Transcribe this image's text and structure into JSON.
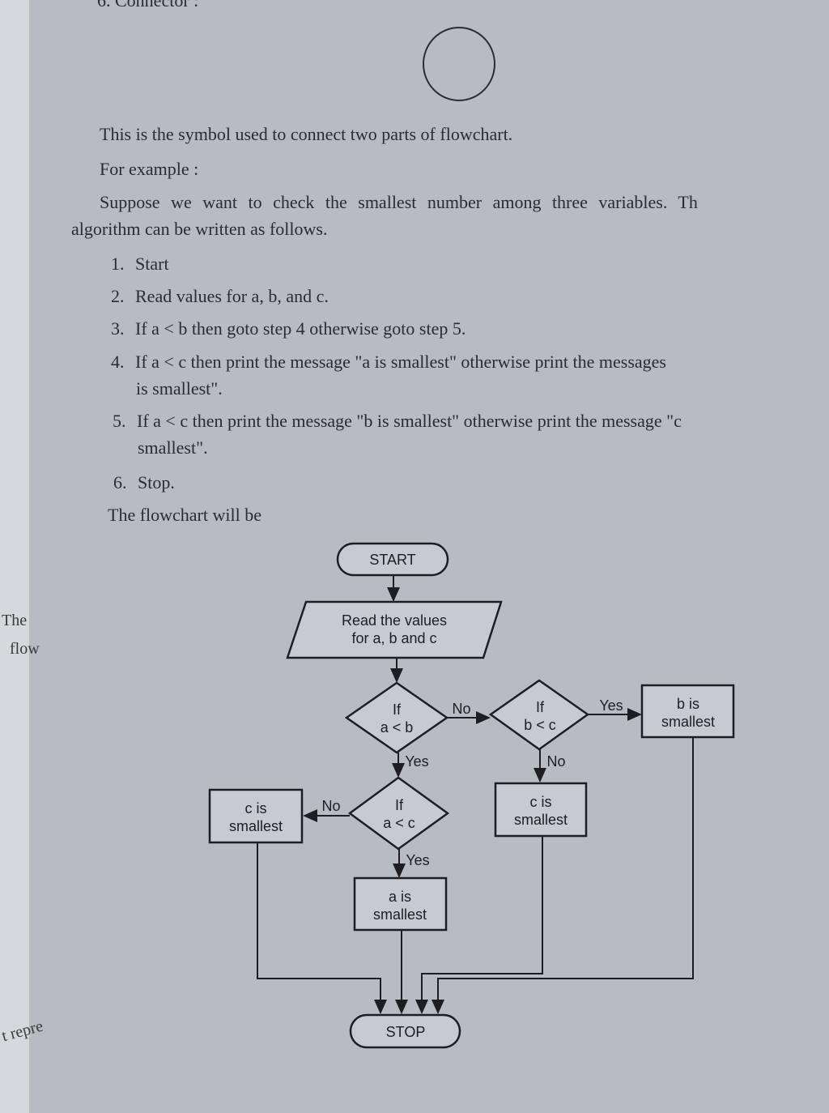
{
  "heading": "6. Connector :",
  "connector_text": "This is the symbol used to connect two parts of flowchart.",
  "for_example": "For example :",
  "intro_line1": "Suppose we want to check the smallest number among three variables. Th",
  "intro_line2": "algorithm can be written as follows.",
  "steps": [
    {
      "num": "1.",
      "text": "Start"
    },
    {
      "num": "2.",
      "text": "Read values for a, b, and c."
    },
    {
      "num": "3.",
      "text": "If a < b then goto step 4 otherwise goto step 5."
    },
    {
      "num": "4.",
      "text": "If a < c then print the message \"a is smallest\" otherwise print the messages",
      "cont": "is smallest\"."
    },
    {
      "num": "5.",
      "text": "If a < c then print the message \"b is smallest\" otherwise print the message \"c",
      "cont": "smallest\"."
    },
    {
      "num": "6.",
      "text": "Stop."
    }
  ],
  "flowchart_intro": "The flowchart will be",
  "margin_notes": [
    "The",
    "flow",
    "t repre"
  ],
  "flowchart": {
    "start": "START",
    "read": [
      "Read the values",
      "for a, b and c"
    ],
    "d1": [
      "If",
      "a < b"
    ],
    "d2": [
      "If",
      "b < c"
    ],
    "d3": [
      "If",
      "a < c"
    ],
    "b_small": [
      "b is",
      "smallest"
    ],
    "c_small_right": [
      "c is",
      "smallest"
    ],
    "c_small_left": [
      "c is",
      "smallest"
    ],
    "a_small": [
      "a is",
      "smallest"
    ],
    "stop": "STOP",
    "labels": {
      "d1_no": "No",
      "d1_yes": "Yes",
      "d2_yes": "Yes",
      "d2_no": "No",
      "d3_no": "No",
      "d3_yes": "Yes"
    }
  }
}
